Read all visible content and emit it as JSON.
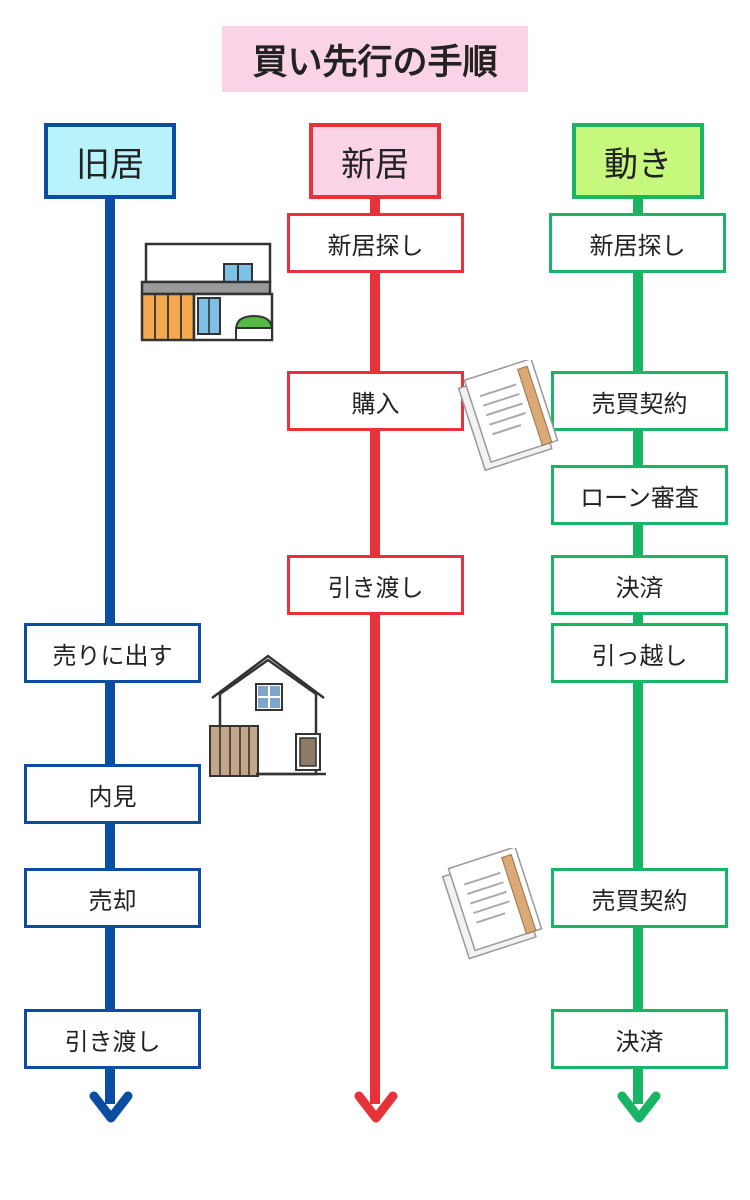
{
  "title": "買い先行の手順",
  "columns": {
    "old": {
      "header": "旧居",
      "color": "#0a4da2",
      "header_bg": "#b8f3fb",
      "steps": [
        "売りに出す",
        "内見",
        "売却",
        "引き渡し"
      ]
    },
    "new": {
      "header": "新居",
      "color": "#e8323a",
      "header_bg": "#fbd3e6",
      "steps": [
        "新居探し",
        "購入",
        "引き渡し"
      ]
    },
    "action": {
      "header": "動き",
      "color": "#19b565",
      "header_bg": "#c5f87d",
      "steps": [
        "新居探し",
        "売買契約",
        "ローン審査",
        "決済",
        "引っ越し",
        "売買契約",
        "決済"
      ]
    }
  },
  "illustrations": [
    "modern-house-illustration",
    "contract-documents-illustration",
    "gabled-house-illustration",
    "contract-documents-illustration"
  ]
}
